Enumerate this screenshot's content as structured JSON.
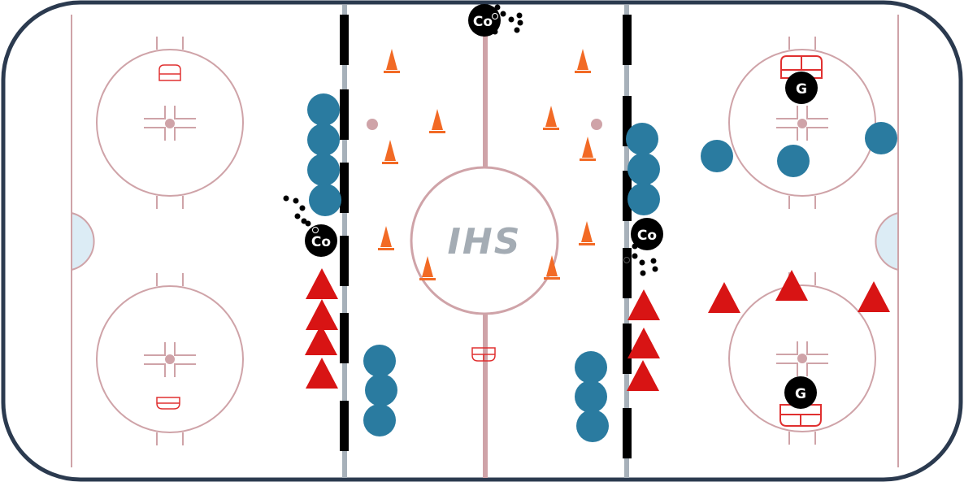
{
  "rink": {
    "logo_text": "IHS",
    "colors": {
      "border": "#2b3a4f",
      "ice": "#ffffff",
      "red_lines": "#cfa3a8",
      "blue_lines": "#a7b1ba",
      "crease": "#dcecf5",
      "net": "#e03030",
      "board_markers": "#000000",
      "logo": "#a4acb4"
    }
  },
  "markers": {
    "coach_label": "Co",
    "goalie_label": "G"
  },
  "legend_colors": {
    "player_blue": "#2a7ba0",
    "player_red": "#d81414",
    "cone": "#f26a25",
    "coach": "#000000",
    "puck": "#000000"
  }
}
